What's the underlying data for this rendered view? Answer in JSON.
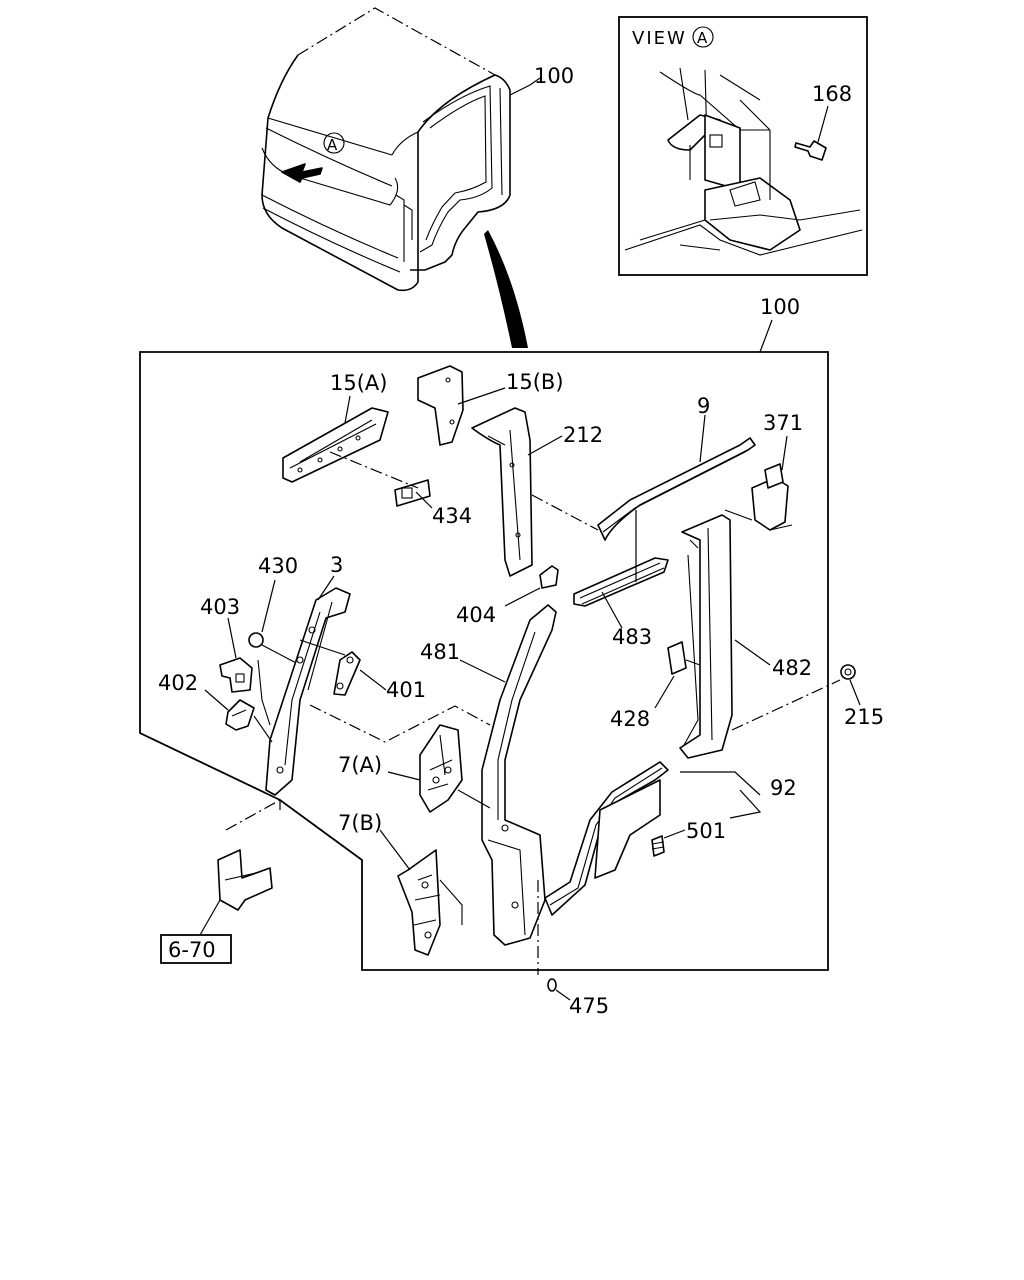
{
  "view_title": "VIEW",
  "view_circle_letter": "A",
  "cab_arrow_letter": "A",
  "labels": {
    "cab_100": "100",
    "frame_100": "100",
    "p168": "168",
    "p15a": "15(A)",
    "p15b": "15(B)",
    "p212": "212",
    "p9": "9",
    "p371": "371",
    "p434": "434",
    "p430": "430",
    "p3": "3",
    "p403": "403",
    "p404": "404",
    "p483": "483",
    "p481": "481",
    "p401": "401",
    "p402": "402",
    "p482": "482",
    "p428": "428",
    "p215": "215",
    "p7a": "7(A)",
    "p92": "92",
    "p7b": "7(B)",
    "p501": "501",
    "ref_670": "6-70",
    "p475": "475"
  }
}
